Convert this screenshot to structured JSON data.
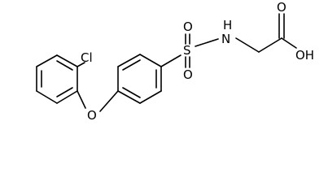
{
  "molecule": {
    "atoms": {
      "chlorine": "Cl",
      "ether_oxygen": "O",
      "sulfur": "S",
      "sulfonyl_oxygen_top": "O",
      "sulfonyl_oxygen_bottom": "O",
      "amine_nitrogen": "N",
      "amine_hydrogen": "H",
      "carbonyl_oxygen": "O",
      "hydroxyl": "OH"
    },
    "colors": {
      "bond": "#000000",
      "label": "#000000",
      "background": "#ffffff"
    }
  }
}
